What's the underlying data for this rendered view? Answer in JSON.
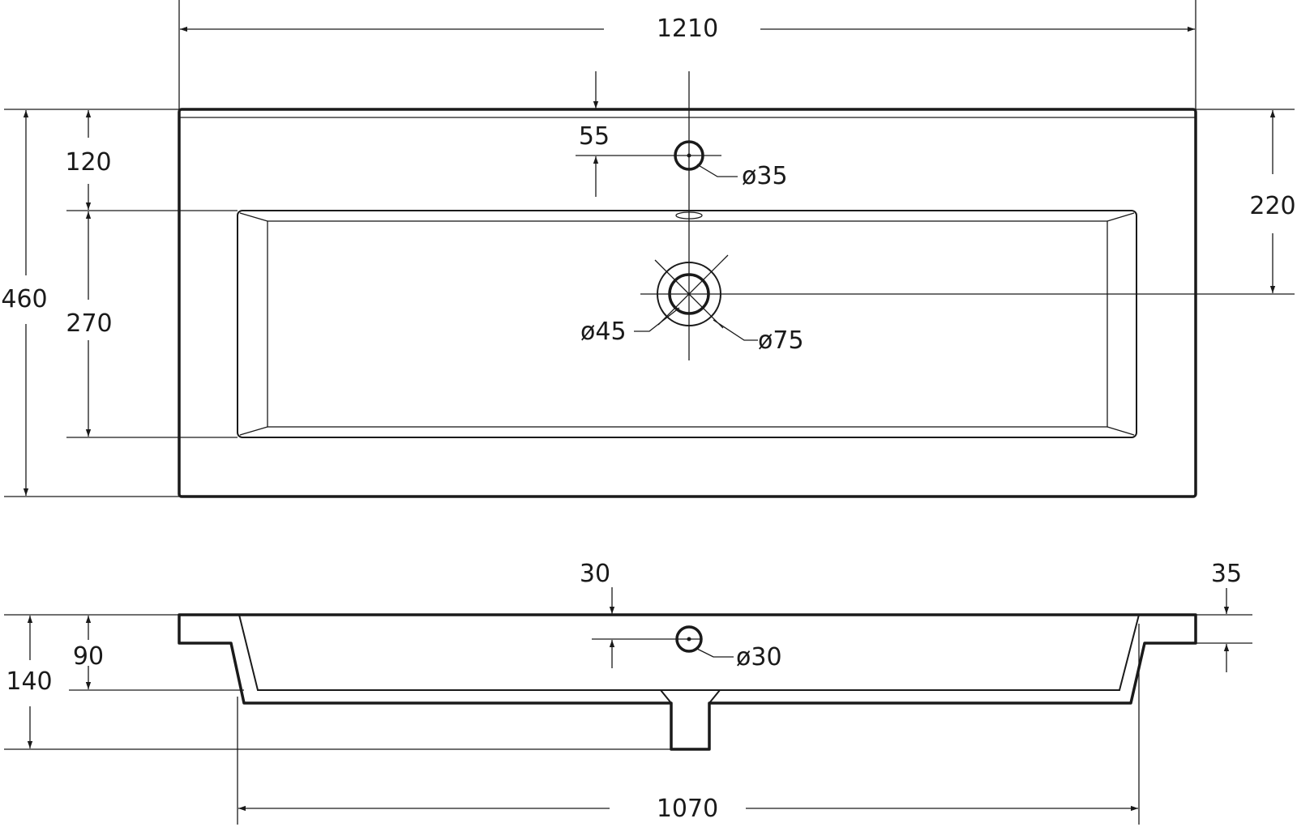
{
  "colors": {
    "line": "#1a1a1a",
    "background": "#ffffff"
  },
  "top_view": {
    "width": "1210",
    "depth": "460",
    "basin_offset": "120",
    "basin_depth": "270",
    "tap_hole_offset": "55",
    "drain_offset": "220",
    "tap_hole_diameter": "ø35",
    "drain_diameter_inner": "ø45",
    "drain_diameter_outer": "ø75"
  },
  "side_view": {
    "rim_height": "30",
    "rim_step": "35",
    "basin_height": "90",
    "total_height": "140",
    "overflow_diameter": "ø30",
    "basin_width": "1070"
  }
}
